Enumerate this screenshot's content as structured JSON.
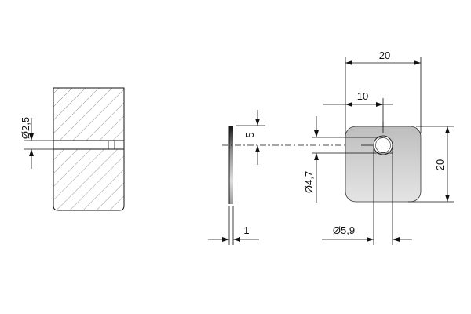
{
  "drawing": {
    "views": [
      "section-view",
      "side-view",
      "front-view"
    ],
    "dimensions": {
      "section_hole_diameter": "Ø2,5",
      "side_offset": "5",
      "side_thickness": "1",
      "front_width_total": "20",
      "front_width_half": "10",
      "front_height_total": "20",
      "front_hole_small": "Ø4,7",
      "front_hole_large": "Ø5,9"
    },
    "colors": {
      "line": "#111111",
      "plate_fill": "#c9c9c9",
      "hatch": "#666666",
      "background": "#ffffff"
    }
  }
}
